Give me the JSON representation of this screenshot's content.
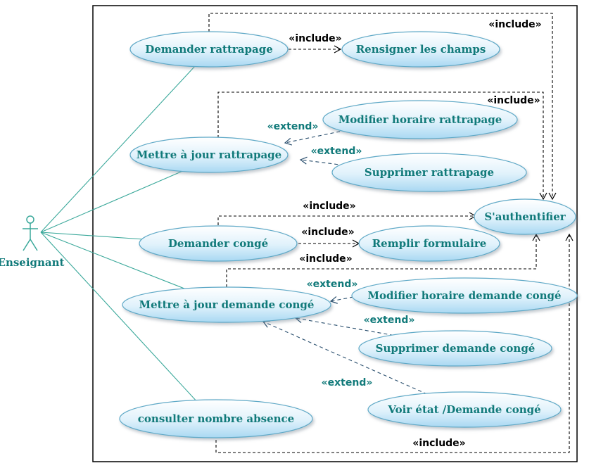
{
  "actor": {
    "name": "Enseignant"
  },
  "use_cases": {
    "demander_rattrapage": "Demander rattrapage",
    "renseigner_champs": "Rensigner les champs",
    "modifier_horaire_rattrapage": "Modifier horaire rattrapage",
    "mettre_a_jour_rattrapage": "Mettre à jour rattrapage",
    "supprimer_rattrapage": "Supprimer rattrapage",
    "authentifier": "S'authentifier",
    "demander_conge": "Demander congé",
    "remplir_formulaire": "Remplir formulaire",
    "mettre_a_jour_demande_conge": "Mettre à jour demande congé",
    "modifier_horaire_demande_conge": "Modifier horaire demande congé",
    "supprimer_demande_conge": "Supprimer demande congé",
    "voir_etat_demande_conge": "Voir état /Demande congé",
    "consulter_nombre_absence": "consulter nombre absence"
  },
  "stereotypes": {
    "include": "«include»",
    "extend": "«extend»"
  },
  "colors": {
    "ellipse_fill_top": "#ffffff",
    "ellipse_fill_bottom": "#b9e0f5",
    "ellipse_stroke": "#5fa9c7",
    "association_line": "#3aa89a",
    "text_teal": "#117a7a",
    "extend_line": "#2a4f6e"
  }
}
